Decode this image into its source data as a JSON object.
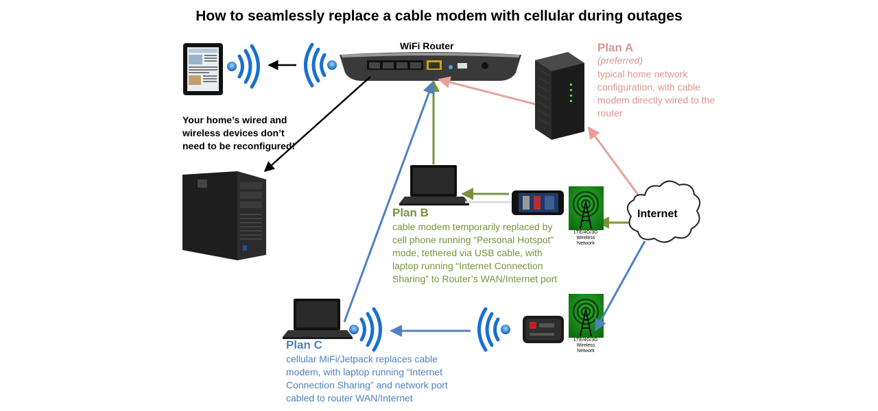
{
  "title": "How to seamlessly replace a cable modem with cellular during outages",
  "router": {
    "label": "WiFi Router"
  },
  "home_devices_note": "Your home’s wired and wireless devices don’t need to be reconfigured!",
  "internet": {
    "label": "Internet"
  },
  "towers": [
    {
      "label": "LTE/4G/3G Wireless Network"
    },
    {
      "label": "LTE/4G/3G Wireless Network"
    }
  ],
  "plans": {
    "a": {
      "title": "Plan A",
      "subtitle": "(preferred)",
      "description": "typical home network configuration, with cable modem directly wired to the router",
      "color": "#d9958f"
    },
    "b": {
      "title": "Plan B",
      "description": "cable modem temporarily replaced by cell phone running “Personal Hotspot” mode, tethered via USB cable, with laptop running “Internet Connection Sharing” to Router’s WAN/Internet port",
      "color": "#77933c"
    },
    "c": {
      "title": "Plan C",
      "description": "cellular MiFi/Jetpack replaces cable modem, with laptop running “Internet Connection Sharing” and network port cabled to router WAN/Internet",
      "color": "#4f81bd"
    }
  },
  "icons": [
    "router-icon",
    "tablet-icon",
    "wifi-signal-icon",
    "desktop-tower-icon",
    "cable-modem-icon",
    "laptop-icon",
    "smartphone-icon",
    "cell-tower-icon",
    "cloud-icon",
    "mifi-hotspot-icon"
  ]
}
